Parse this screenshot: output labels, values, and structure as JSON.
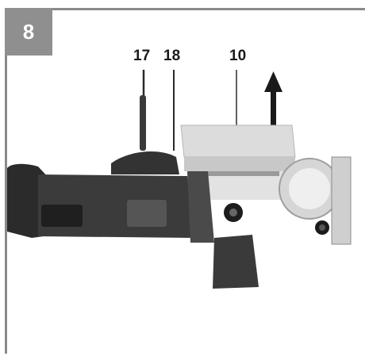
{
  "figure": {
    "number": "8"
  },
  "callouts": [
    {
      "label": "17"
    },
    {
      "label": "18"
    },
    {
      "label": "10"
    }
  ],
  "icons": {
    "arrow": "up-arrow-icon"
  },
  "colors": {
    "frame": "#8a8a8a",
    "badge": "#8f8f8f",
    "tool_body": "#3a3a3a",
    "base_plate": "#d9d9d9"
  }
}
